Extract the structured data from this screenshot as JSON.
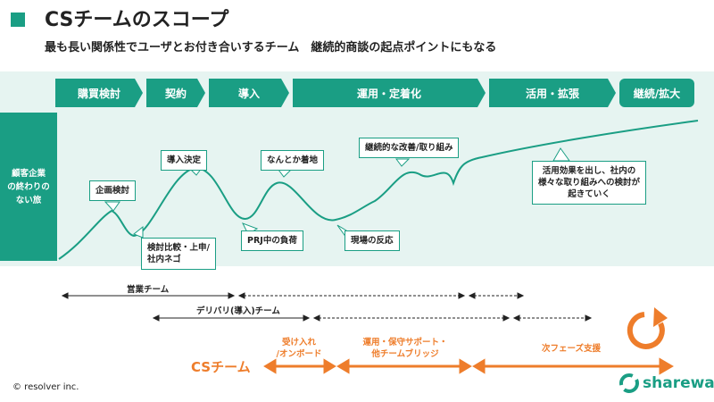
{
  "header": {
    "title": "CSチームのスコープ",
    "subtitle": "最も長い関係性でユーザとお付き合いするチーム　継続的商談の起点ポイントにもなる"
  },
  "phases": [
    "購買検討",
    "契約",
    "導入",
    "運用・定着化",
    "活用・拡張",
    "継続/拡大"
  ],
  "journey_label": "顧客企業\nの終わりの\nない旅",
  "callouts": {
    "kikaku": "企画検討",
    "hikaku": "検討比較・上申/\n社内ネゴ",
    "donyu_kettei": "導入決定",
    "prj": "PRJ中の負荷",
    "chakuchi": "なんとか着地",
    "genba": "現場の反応",
    "kaizen": "継続的な改善/取り組み",
    "katsuyo": "活用効果を出し、社内の\n様々な取り組みへの検討が\n起きていく"
  },
  "teams": {
    "sales": "営業チーム",
    "delivery": "デリバリ(導入)チーム"
  },
  "cs": {
    "title": "CSチーム",
    "onboard": "受け入れ\n/オンボード",
    "support": "運用・保守サポート・\n他チームブリッジ",
    "next": "次フェーズ支援"
  },
  "footer": {
    "copyright": "© resolver inc.",
    "brand": "shareware"
  },
  "colors": {
    "accent": "#1a9e84",
    "band": "#e6f4f1",
    "cs_orange": "#ee7d2b"
  }
}
